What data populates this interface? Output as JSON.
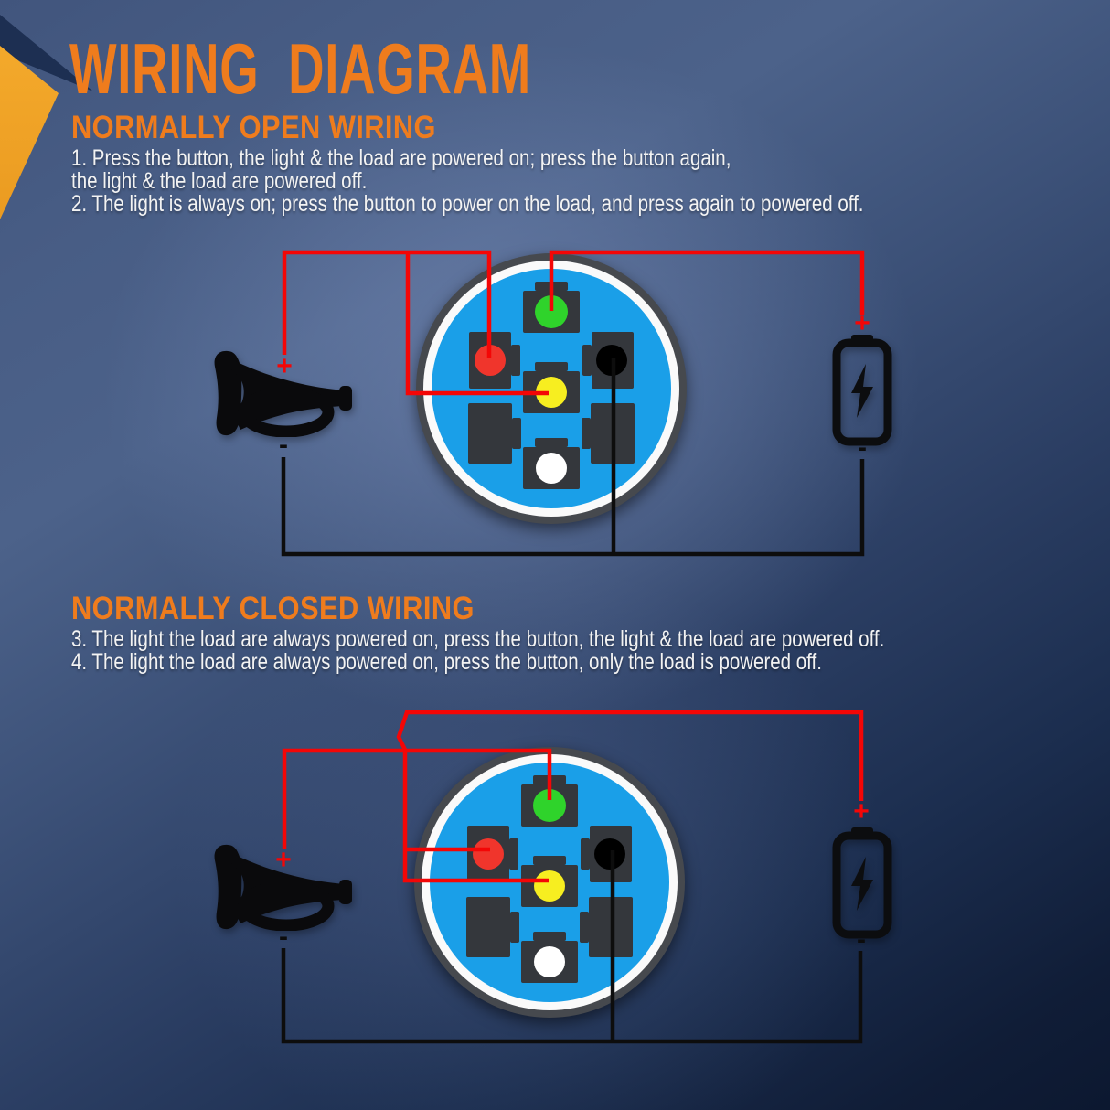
{
  "title": "WIRING  DIAGRAM",
  "sections": [
    {
      "heading": "NORMALLY OPEN WIRING",
      "lines": [
        "1. Press the button, the light & the load are powered on; press the button again,",
        "the light & the load are powered off.",
        "2. The light is always on; press the button to power on the load, and press again to powered off."
      ]
    },
    {
      "heading": "NORMALLY CLOSED WIRING",
      "lines": [
        "3. The light the load are always powered on, press the button, the light & the load are powered off.",
        "4. The light the load are always powered on, press the button, only the load is powered off."
      ]
    }
  ],
  "labels": {
    "plus": "+",
    "minus": "-"
  },
  "icons": [
    "horn-icon",
    "battery-icon",
    "connector-socket-icon"
  ],
  "connector_pins": [
    "green",
    "red",
    "yellow",
    "black",
    "white",
    "blank",
    "blank"
  ],
  "colors": {
    "title_orange": "#ef7c1d",
    "ribbon_orange": "#f3a42a",
    "wire_red": "#f40606",
    "wire_black": "#0d0d0d",
    "connector_blue": "#1a9fe8",
    "pin_green": "#2fd32b",
    "pin_red": "#f0352c",
    "pin_yellow": "#f7ee20",
    "pin_black": "#000000",
    "pin_white": "#ffffff",
    "text_white": "#f3f3f3"
  }
}
